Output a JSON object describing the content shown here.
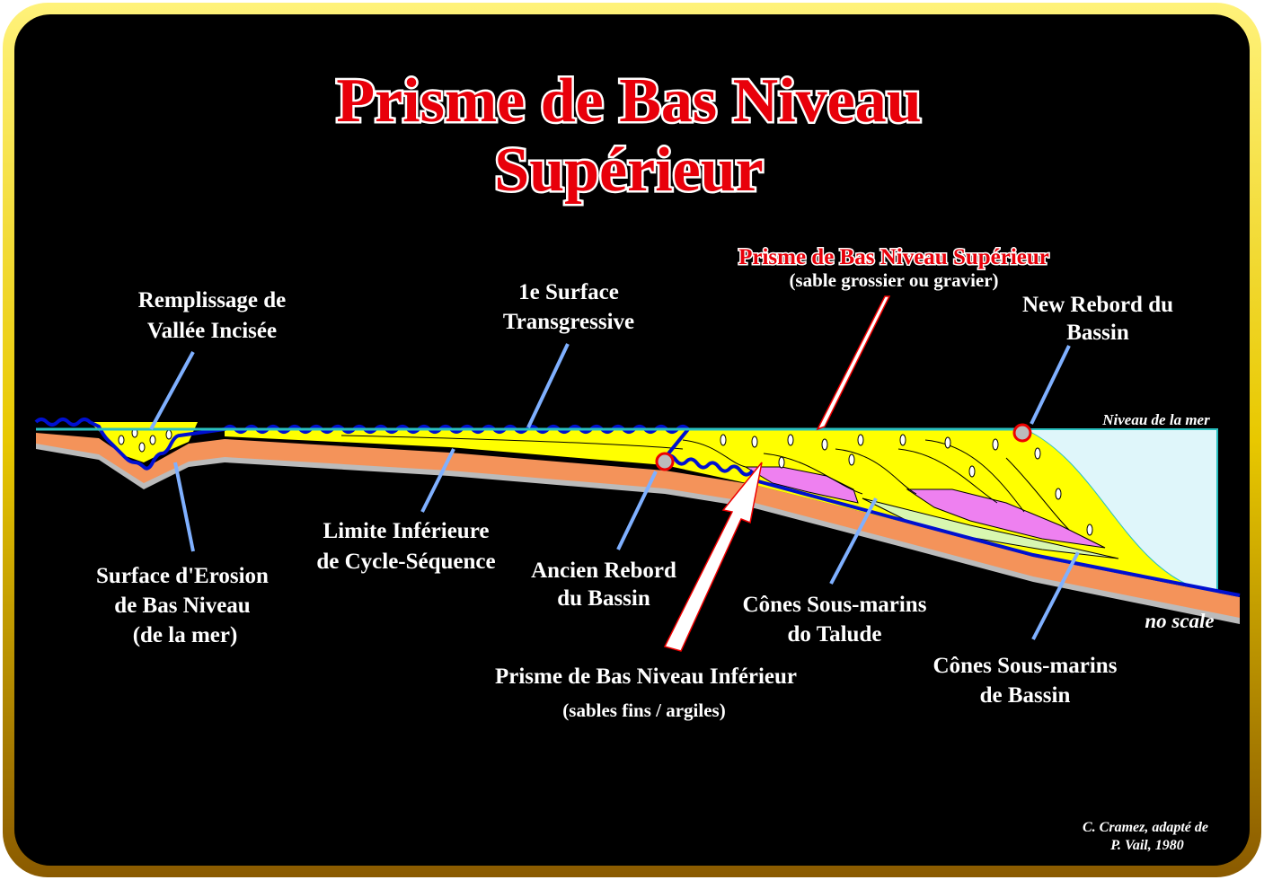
{
  "title": {
    "line1": "Prisme de Bas Niveau",
    "line2": "Supérieur"
  },
  "labels": {
    "valley_fill": [
      "Remplissage de",
      "Vallée Incisée"
    ],
    "transgressive": [
      "1e Surface",
      "Transgressive"
    ],
    "upper_prism": {
      "title": "Prisme de Bas Niveau Supérieur",
      "subtitle": "(sable grossier ou gravier)"
    },
    "new_shelf_break": [
      "New Rebord du",
      "Bassin"
    ],
    "sea_level": "Niveau de la mer",
    "erosion_surface": [
      "Surface d'Erosion",
      "de Bas Niveau",
      "(de la mer)"
    ],
    "lower_limit": [
      "Limite Inférieure",
      "de Cycle-Séquence"
    ],
    "old_shelf_break": [
      "Ancien Rebord",
      "du Bassin"
    ],
    "slope_fans": [
      "Cônes Sous-marins",
      "do Talude"
    ],
    "lower_prism": {
      "title": "Prisme de Bas Niveau Inférieur",
      "subtitle": "(sables fins / argiles)"
    },
    "basin_fans": [
      "Cônes Sous-marins",
      "de Bassin"
    ],
    "no_scale": "no scale"
  },
  "credit": [
    "C. Cramez, adapté de",
    "P. Vail, 1980"
  ],
  "colors": {
    "frame": "#f2d400",
    "title": "#e8000a",
    "sand": "#ffff00",
    "base": "#f4935a",
    "erosion": "#0010d0",
    "water": "#dff6fa",
    "slope_fan": "#ee80f0",
    "basin_fan": "#d8f7b0",
    "arrow": "#7fb0ff"
  }
}
